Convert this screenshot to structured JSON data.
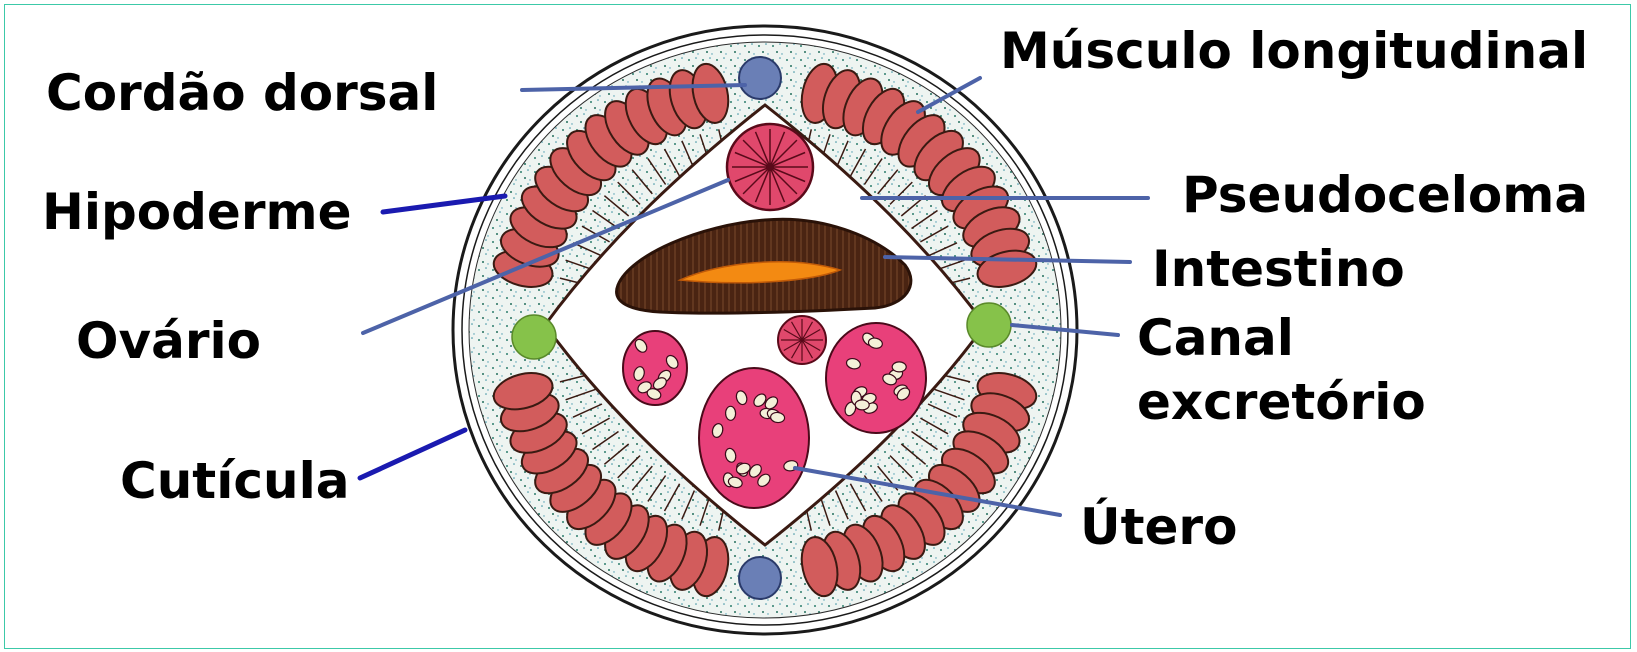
{
  "labels": {
    "dorsal_cord": "Cordão dorsal",
    "hypodermis": "Hipoderme",
    "ovary": "Ovário",
    "cuticle": "Cutícula",
    "longitudinal_muscle": "Músculo longitudinal",
    "pseudocoelom": "Pseudoceloma",
    "intestine": "Intestino",
    "excretory_canal_line1": "Canal",
    "excretory_canal_line2": "excretório",
    "uterus": "Útero"
  },
  "colors": {
    "frame_border": "#3cc9a8",
    "cuticle_fill": "#e9f1ee",
    "muscle": "#d25c5c",
    "muscle_outline": "#3a1a12",
    "nerve_cord": "#6a7fb6",
    "excretory_canal": "#86c24a",
    "intestine_wall": "#4a2412",
    "intestine_lumen": "#f38a12",
    "ovary": "#e0486c",
    "uterus": "#e8407a",
    "leader_line_blue": "#1a1ab0",
    "leader_line_slate": "#4d63a8"
  }
}
